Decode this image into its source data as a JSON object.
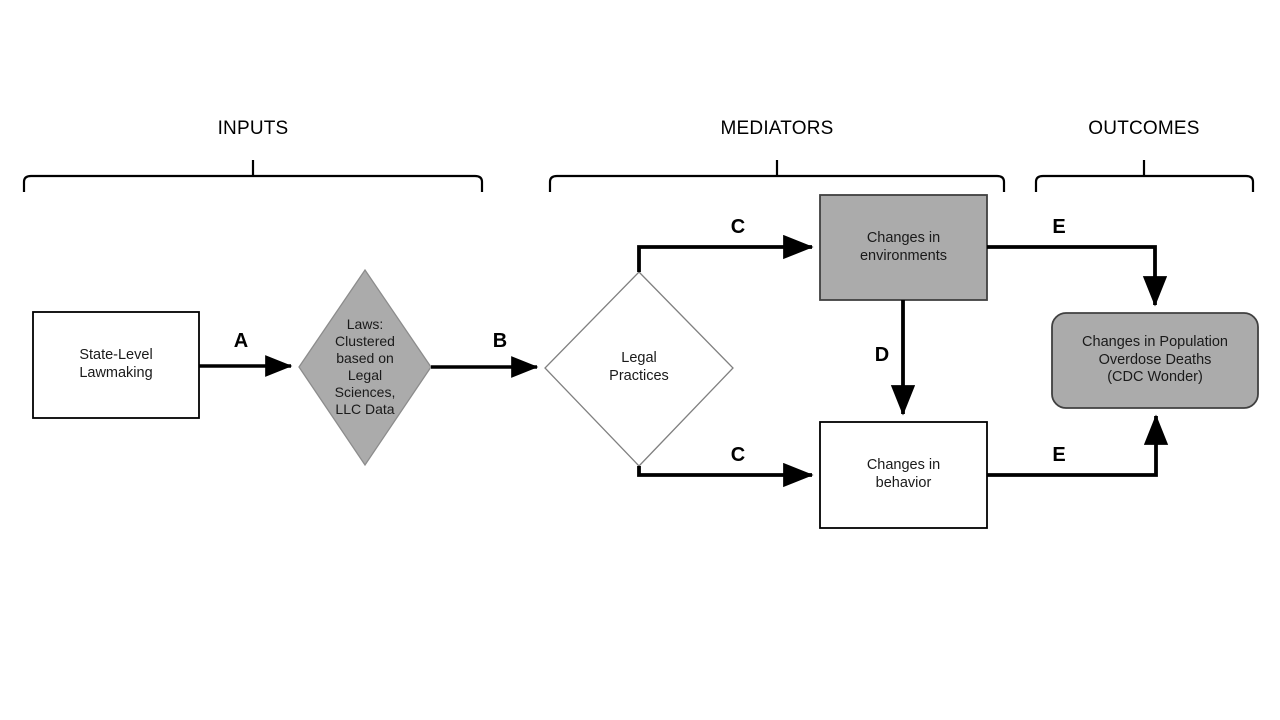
{
  "diagram": {
    "title_groups": [
      {
        "id": "inputs",
        "label": "INPUTS"
      },
      {
        "id": "mediators",
        "label": "MEDIATORS"
      },
      {
        "id": "outcomes",
        "label": "OUTCOMES"
      }
    ],
    "nodes": {
      "state_lawmaking": {
        "label": "State-Level\nLawmaking",
        "shape": "rectangle",
        "fill": "#ffffff",
        "stroke": "#000000"
      },
      "laws_diamond": {
        "label": "Laws:\nClustered\nbased on\nLegal\nSciences,\nLLC Data",
        "shape": "diamond",
        "fill": "#ababab",
        "stroke": "#7f7f7f"
      },
      "legal_practices": {
        "label": "Legal\nPractices",
        "shape": "diamond",
        "fill": "#ffffff",
        "stroke": "#808080"
      },
      "changes_environments": {
        "label": "Changes in\nenvironments",
        "shape": "rectangle",
        "fill": "#ababab",
        "stroke": "#404040"
      },
      "changes_behavior": {
        "label": "Changes in\nbehavior",
        "shape": "rectangle",
        "fill": "#ffffff",
        "stroke": "#000000"
      },
      "population_overdose": {
        "label": "Changes in  Population\nOverdose Deaths\n(CDC Wonder)",
        "shape": "rounded-rectangle",
        "fill": "#ababab",
        "stroke": "#404040"
      }
    },
    "edges": [
      {
        "id": "edge-a",
        "label": "A",
        "from": "state_lawmaking",
        "to": "laws_diamond"
      },
      {
        "id": "edge-b",
        "label": "B",
        "from": "laws_diamond",
        "to": "legal_practices"
      },
      {
        "id": "edge-c-top",
        "label": "C",
        "from": "legal_practices",
        "to": "changes_environments"
      },
      {
        "id": "edge-c-bottom",
        "label": "C",
        "from": "legal_practices",
        "to": "changes_behavior"
      },
      {
        "id": "edge-d",
        "label": "D",
        "from": "changes_environments",
        "to": "changes_behavior"
      },
      {
        "id": "edge-e-top",
        "label": "E",
        "from": "changes_environments",
        "to": "population_overdose"
      },
      {
        "id": "edge-e-bottom",
        "label": "E",
        "from": "changes_behavior",
        "to": "population_overdose"
      }
    ],
    "colors": {
      "gray_fill": "#ababab",
      "line": "#000000",
      "text": "#1a1a1a"
    }
  }
}
